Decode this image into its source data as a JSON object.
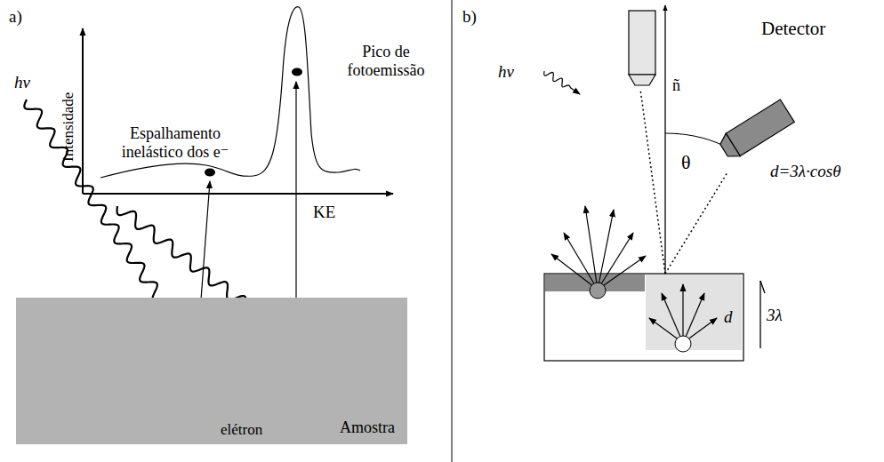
{
  "diagram": {
    "nodes": [
      {
        "text": [
          "Amostra"
        ]
      }
    ],
    "labels": [
      "a)",
      "Intensidade",
      "KE",
      "Espalhamento inelástico dos e⁻",
      "Pico de fotoemissão",
      "hν",
      "elétron",
      "b)",
      "hν",
      "ñ",
      "θ",
      "Detector",
      "d=3λ·cosθ",
      "d",
      "3λ"
    ]
  }
}
